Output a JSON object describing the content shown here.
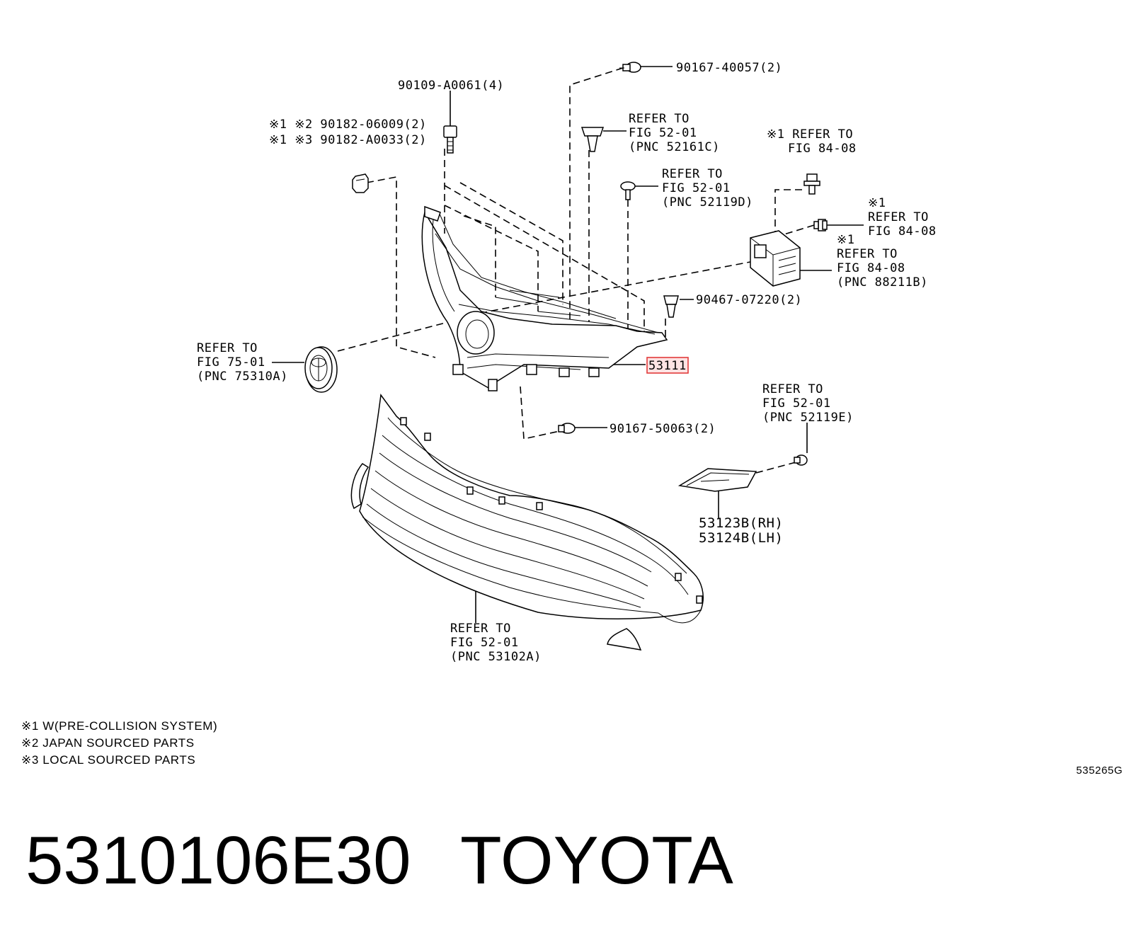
{
  "callouts": {
    "bolt_90109": "90109-A0061(4)",
    "nut_90182_a": "※1 ※2 90182-06009(2)",
    "nut_90182_b": "※1 ※3 90182-A0033(2)",
    "screw_90167_top": "90167-40057(2)",
    "clip_52161c": [
      "REFER TO",
      "FIG 52-01",
      "(PNC 52161C)"
    ],
    "screw_52119d": [
      "REFER TO",
      "FIG 52-01",
      "(PNC 52119D)"
    ],
    "sensor_bolt_top": [
      "※1 REFER TO",
      "FIG 84-08"
    ],
    "sensor_bolt_right": [
      "※1",
      "REFER TO",
      "FIG 84-08"
    ],
    "sensor_88211b": [
      "※1",
      "REFER TO",
      "FIG 84-08",
      "(PNC 88211B)"
    ],
    "clip_90467": "90467-07220(2)",
    "emblem_75310a": [
      "REFER TO",
      "FIG 75-01",
      "(PNC 75310A)"
    ],
    "grille_part": "53111",
    "screw_90167_bottom": "90167-50063(2)",
    "screw_52119e": [
      "REFER TO",
      "FIG 52-01",
      "(PNC 52119E)"
    ],
    "cover_53123b": [
      "53123B(RH)",
      "53124B(LH)"
    ],
    "lower_grille_53102a": [
      "REFER TO",
      "FIG 52-01",
      "(PNC 53102A)"
    ]
  },
  "footnotes": [
    "※1  W(PRE-COLLISION SYSTEM)",
    "※2  JAPAN SOURCED PARTS",
    "※3  LOCAL SOURCED PARTS"
  ],
  "figure_code": "535265G",
  "part_number": "5310106E30",
  "brand": "TOYOTA"
}
